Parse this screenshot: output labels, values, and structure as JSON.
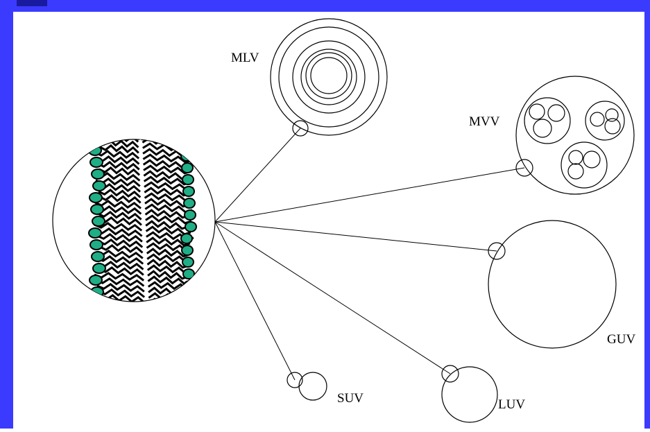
{
  "colors": {
    "frame": "#3b3bff",
    "line": "#000000",
    "background": "#ffffff",
    "headgroup": "#1fae86"
  },
  "vesicles": [
    {
      "id": "mlv",
      "label": "MLV",
      "description_shape": "concentric rings"
    },
    {
      "id": "mvv",
      "label": "MVV",
      "description_shape": "vesicles within vesicle"
    },
    {
      "id": "guv",
      "label": "GUV",
      "description_shape": "giant unilamellar"
    },
    {
      "id": "luv",
      "label": "LUV",
      "description_shape": "large unilamellar"
    },
    {
      "id": "suv",
      "label": "SUV",
      "description_shape": "small unilamellar"
    }
  ]
}
